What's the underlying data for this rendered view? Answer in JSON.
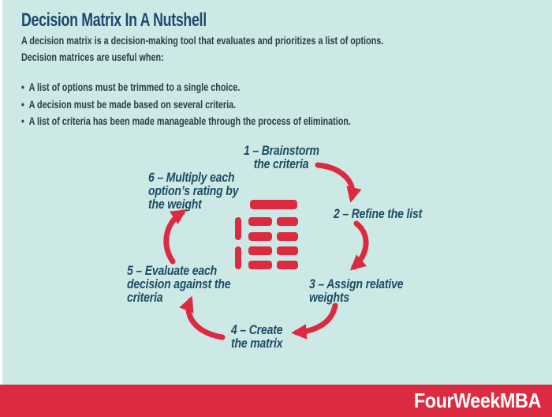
{
  "colors": {
    "background": "#cde9e5",
    "accent_red": "#dc2b41",
    "title_navy": "#1b4a6e",
    "body_text": "#2b3c46",
    "step_text": "#1b4c64",
    "footer_text": "#ffffff"
  },
  "header": {
    "title": "Decision Matrix In A Nutshell",
    "intro": [
      "A decision matrix is a decision-making tool that evaluates and prioritizes a list of options.",
      "Decision matrices are useful when:"
    ],
    "bullet_glyph": "•",
    "bullets": [
      "A list of options must be trimmed to a single choice.",
      "A decision must be made based on several criteria.",
      "A list of criteria has been made manageable through the process of elimination."
    ]
  },
  "cycle": {
    "steps": [
      {
        "id": "1",
        "lines": [
          "1 – Brainstorm",
          "the criteria"
        ]
      },
      {
        "id": "2",
        "lines": [
          "2 – Refine the list"
        ]
      },
      {
        "id": "3",
        "lines": [
          "3 – Assign relative",
          "weights"
        ]
      },
      {
        "id": "4",
        "lines": [
          "4 – Create",
          "the matrix"
        ]
      },
      {
        "id": "5",
        "lines": [
          "5 – Evaluate each",
          "decision against the",
          "criteria"
        ]
      },
      {
        "id": "6",
        "lines": [
          "6 – Multiply each",
          "option’s rating by",
          "the weight"
        ]
      }
    ],
    "center_icon": "decision-matrix-table-icon"
  },
  "footer": {
    "brand": "FourWeekMBA"
  }
}
